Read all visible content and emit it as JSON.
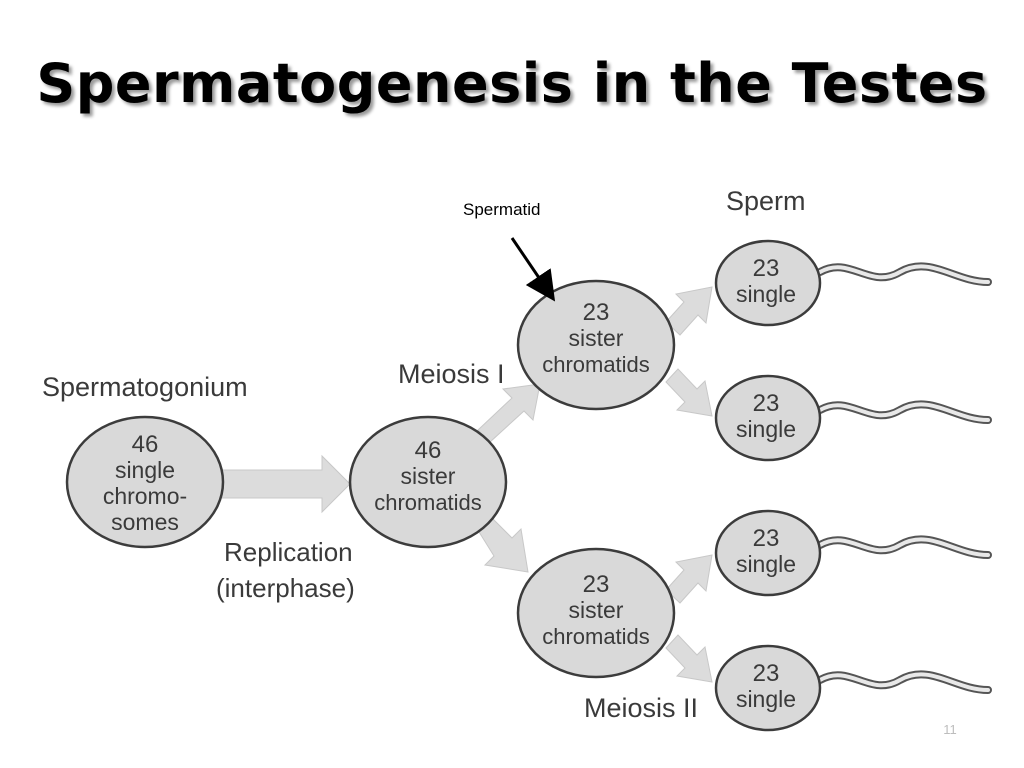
{
  "title": "Spermatogenesis in the Testes",
  "labels": {
    "spermatogonium": "Spermatogonium",
    "replication_1": "Replication",
    "replication_2": "(interphase)",
    "meiosis_1": "Meiosis I",
    "meiosis_2": "Meiosis II",
    "spermatid": "Spermatid",
    "sperm": "Sperm"
  },
  "cells": {
    "spermatogonium": [
      "46",
      "single",
      "chromo-",
      "somes"
    ],
    "primary": [
      "46",
      "sister",
      "chromatids"
    ],
    "secondary_top": [
      "23",
      "sister",
      "chromatids"
    ],
    "secondary_bottom": [
      "23",
      "sister",
      "chromatids"
    ],
    "sperm_1": [
      "23",
      "single"
    ],
    "sperm_2": [
      "23",
      "single"
    ],
    "sperm_3": [
      "23",
      "single"
    ],
    "sperm_4": [
      "23",
      "single"
    ]
  },
  "page_number": "11",
  "colors": {
    "cell_fill": "#d9d9d9",
    "cell_stroke": "#3c3c3c",
    "arrow_fill": "#dcdcdc",
    "text": "#3a3a3a"
  }
}
